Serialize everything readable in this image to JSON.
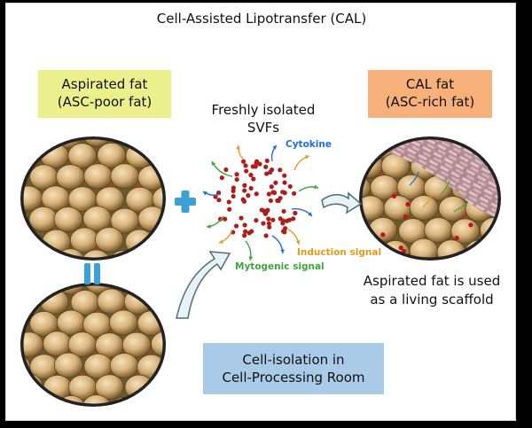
{
  "title": "Cell-Assisted Lipotransfer (CAL)",
  "aspirated_fat": {
    "line1": "Aspirated fat",
    "line2": "(ASC-poor fat)"
  },
  "cal_fat": {
    "line1": "CAL fat",
    "line2": "(ASC-rich fat)"
  },
  "svfs": {
    "line1": "Freshly isolated",
    "line2": "SVFs"
  },
  "signals": {
    "cytokine": "Cytokine",
    "induction": "Induction signal",
    "mytogenic": "Mytogenic signal"
  },
  "scaffold_note": {
    "line1": "Aspirated fat is used",
    "line2": "as a living scaffold"
  },
  "cell_isolation": {
    "line1": "Cell-isolation in",
    "line2": "Cell-Processing Room"
  },
  "colors": {
    "aspirated_box": "#ebf08c",
    "cal_box": "#f7b07a",
    "isolation_box": "#a9cbe8",
    "cytokine": "#1f6fd6",
    "induction": "#e69a1c",
    "mytogenic": "#3ca83c",
    "svf_dot": "#b01b1b",
    "plus": "#3aa0d6"
  },
  "icons": [
    "plus-icon",
    "equals-icon",
    "curved-arrow-icon",
    "right-arrow-icon"
  ]
}
